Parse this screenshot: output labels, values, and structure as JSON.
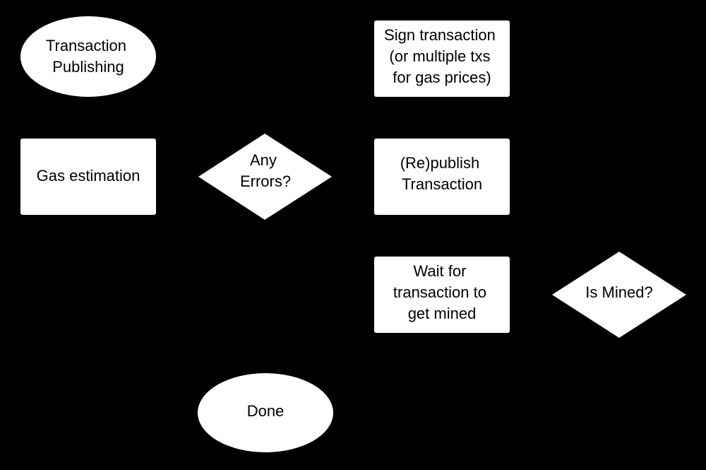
{
  "colors": {
    "background": "#000000",
    "node_fill": "#ffffff",
    "node_text": "#000000"
  },
  "nodes": {
    "start": {
      "shape": "ellipse",
      "lines": [
        "Transaction",
        "Publishing"
      ]
    },
    "gas_estimation": {
      "shape": "rectangle",
      "lines": [
        "Gas estimation"
      ]
    },
    "any_errors": {
      "shape": "diamond",
      "lines": [
        "Any",
        "Errors?"
      ]
    },
    "sign_transaction": {
      "shape": "rectangle",
      "lines": [
        "Sign transaction",
        "(or multiple txs",
        "for gas prices)"
      ]
    },
    "republish": {
      "shape": "rectangle",
      "lines": [
        "(Re)publish",
        "Transaction"
      ]
    },
    "wait_mined": {
      "shape": "rectangle",
      "lines": [
        "Wait for",
        "transaction to",
        "get mined"
      ]
    },
    "is_mined": {
      "shape": "diamond",
      "lines": [
        "Is Mined?"
      ]
    },
    "done": {
      "shape": "ellipse",
      "lines": [
        "Done"
      ]
    }
  }
}
